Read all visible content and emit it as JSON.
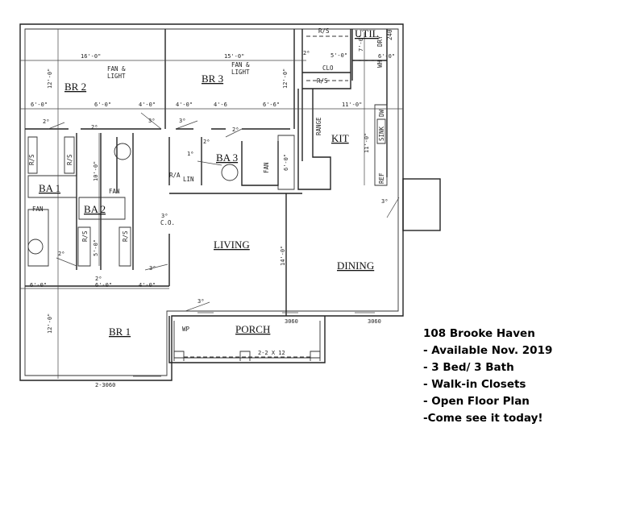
{
  "listing": {
    "title": "108 Brooke Haven",
    "features": [
      "- Available Nov. 2019",
      "- 3 Bed/ 3 Bath",
      "- Walk-in Closets",
      "- Open Floor Plan",
      "-Come see it today!"
    ]
  },
  "floor_plan": {
    "rooms": {
      "br2": "BR 2",
      "br3": "BR 3",
      "br1": "BR 1",
      "ba1": "BA 1",
      "ba2": "BA 2",
      "ba3": "BA 3",
      "kit": "KIT",
      "living": "LIVING",
      "dining": "DINING",
      "porch": "PORCH",
      "util": "UTIL"
    },
    "fixtures": {
      "fan_light": "FAN &",
      "light": "LIGHT",
      "fan": "FAN",
      "rs": "R/S",
      "ra": "R/A",
      "lin": "LIN",
      "clo": "CLO",
      "range": "RANGE",
      "sink": "SINK",
      "dw": "DW",
      "ref": "REF",
      "dry": "DRY",
      "v240": "240",
      "wh": "WH",
      "wp": "WP",
      "co": "C.O."
    },
    "dimensions": {
      "d16": "16'-0\"",
      "d15": "15'-0\"",
      "d12": "12'-0\"",
      "d6": "6'-0\"",
      "d4": "4'-0\"",
      "d46": "4'-6",
      "d66": "6'-6\"",
      "d11": "11'-0\"",
      "d10": "10'-0\"",
      "d5": "5'-0\"",
      "d14": "14'-0\"",
      "d7": "7'-0\""
    },
    "openings": {
      "w3060": "3060",
      "w2_3060": "2-3060",
      "beam": "2-2 X 12",
      "o20": "2⁰",
      "o26": "2⁶",
      "o30": "3⁰",
      "o16": "1⁶"
    }
  }
}
